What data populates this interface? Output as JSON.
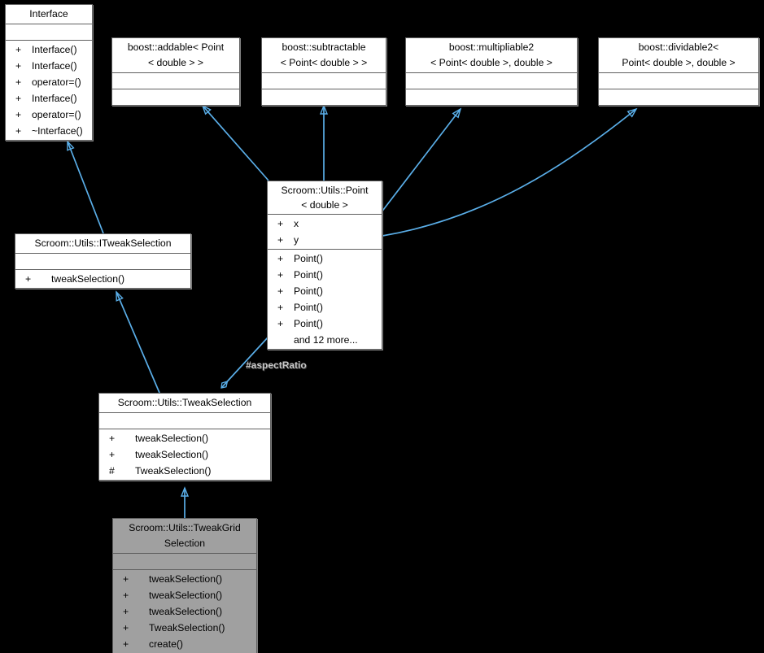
{
  "diagram": {
    "kind": "uml-class-inheritance-diagram",
    "background": "#000000",
    "edge_color": "#5aaee8",
    "node_fill": "#ffffff",
    "node_highlight_fill": "#a0a0a0",
    "node_border": "#606060"
  },
  "nodes": {
    "interface": {
      "title": "Interface",
      "attributes": [],
      "operations": [
        {
          "visibility": "+",
          "name": "Interface()"
        },
        {
          "visibility": "+",
          "name": "Interface()"
        },
        {
          "visibility": "+",
          "name": "operator=()"
        },
        {
          "visibility": "+",
          "name": "Interface()"
        },
        {
          "visibility": "+",
          "name": "operator=()"
        },
        {
          "visibility": "+",
          "name": "~Interface()"
        }
      ]
    },
    "addable": {
      "title": "boost::addable< Point\n< double  > >",
      "attributes": [],
      "operations": []
    },
    "subtractable": {
      "title": "boost::subtractable\n< Point< double  > >",
      "attributes": [],
      "operations": []
    },
    "multipliable2": {
      "title": "boost::multipliable2\n< Point< double  >, double  >",
      "attributes": [],
      "operations": []
    },
    "dividable2": {
      "title": "boost::dividable2<\n Point< double  >, double  >",
      "attributes": [],
      "operations": []
    },
    "point": {
      "title": "Scroom::Utils::Point\n< double >",
      "attributes": [
        {
          "visibility": "+",
          "name": "x"
        },
        {
          "visibility": "+",
          "name": "y"
        }
      ],
      "operations": [
        {
          "visibility": "+",
          "name": "Point()"
        },
        {
          "visibility": "+",
          "name": "Point()"
        },
        {
          "visibility": "+",
          "name": "Point()"
        },
        {
          "visibility": "+",
          "name": "Point()"
        },
        {
          "visibility": "+",
          "name": "Point()"
        },
        {
          "visibility": "",
          "name": "and 12 more..."
        }
      ]
    },
    "itweakselection": {
      "title": "Scroom::Utils::ITweakSelection",
      "attributes": [],
      "operations": [
        {
          "visibility": "+",
          "name": "tweakSelection()"
        }
      ]
    },
    "tweakselection": {
      "title": "Scroom::Utils::TweakSelection",
      "attributes": [],
      "operations": [
        {
          "visibility": "+",
          "name": "tweakSelection()"
        },
        {
          "visibility": "+",
          "name": "tweakSelection()"
        },
        {
          "visibility": "#",
          "name": "TweakSelection()"
        }
      ]
    },
    "tweakgridselection": {
      "title": "Scroom::Utils::TweakGrid\nSelection",
      "highlighted": true,
      "attributes": [],
      "operations": [
        {
          "visibility": "+",
          "name": "tweakSelection()"
        },
        {
          "visibility": "+",
          "name": "tweakSelection()"
        },
        {
          "visibility": "+",
          "name": "tweakSelection()"
        },
        {
          "visibility": "+",
          "name": "TweakSelection()"
        },
        {
          "visibility": "+",
          "name": "create()"
        }
      ]
    }
  },
  "edges": [
    {
      "from": "itweakselection",
      "to": "interface",
      "type": "inheritance"
    },
    {
      "from": "point",
      "to": "addable",
      "type": "inheritance"
    },
    {
      "from": "point",
      "to": "subtractable",
      "type": "inheritance"
    },
    {
      "from": "point",
      "to": "multipliable2",
      "type": "inheritance"
    },
    {
      "from": "point",
      "to": "dividable2",
      "type": "inheritance"
    },
    {
      "from": "tweakselection",
      "to": "itweakselection",
      "type": "inheritance"
    },
    {
      "from": "tweakgridselection",
      "to": "tweakselection",
      "type": "inheritance"
    },
    {
      "from": "tweakselection",
      "to": "point",
      "type": "aggregation",
      "label": "#aspectRatio"
    }
  ],
  "labels": {
    "aspect_ratio": "#aspectRatio"
  }
}
